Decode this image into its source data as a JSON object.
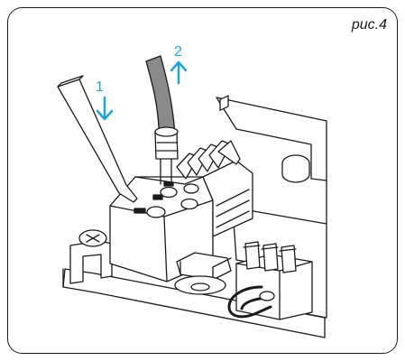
{
  "figure": {
    "label": "рис.4"
  },
  "callouts": [
    {
      "number": "1",
      "direction": "down"
    },
    {
      "number": "2",
      "direction": "up"
    }
  ],
  "colors": {
    "accent": "#1ea6dc",
    "line": "#1a1a1a",
    "cable": "#8a8a8a",
    "background": "#ffffff"
  }
}
